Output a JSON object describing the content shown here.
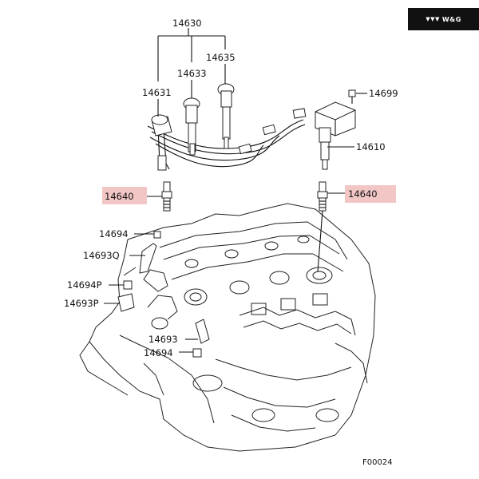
{
  "brand_badge": {
    "text": "W&G",
    "mark": "▼▼▼"
  },
  "figure_code": "F00024",
  "highlight_color": "#f3c6c6",
  "callouts": {
    "p14630": "14630",
    "p14631": "14631",
    "p14633": "14633",
    "p14635": "14635",
    "p14699": "14699",
    "p14610": "14610",
    "p14640_left": "14640",
    "p14640_right": "14640",
    "p14694_top": "14694",
    "p14693q": "14693Q",
    "p14694p": "14694P",
    "p14693p": "14693P",
    "p14693": "14693",
    "p14694_bottom": "14694"
  }
}
